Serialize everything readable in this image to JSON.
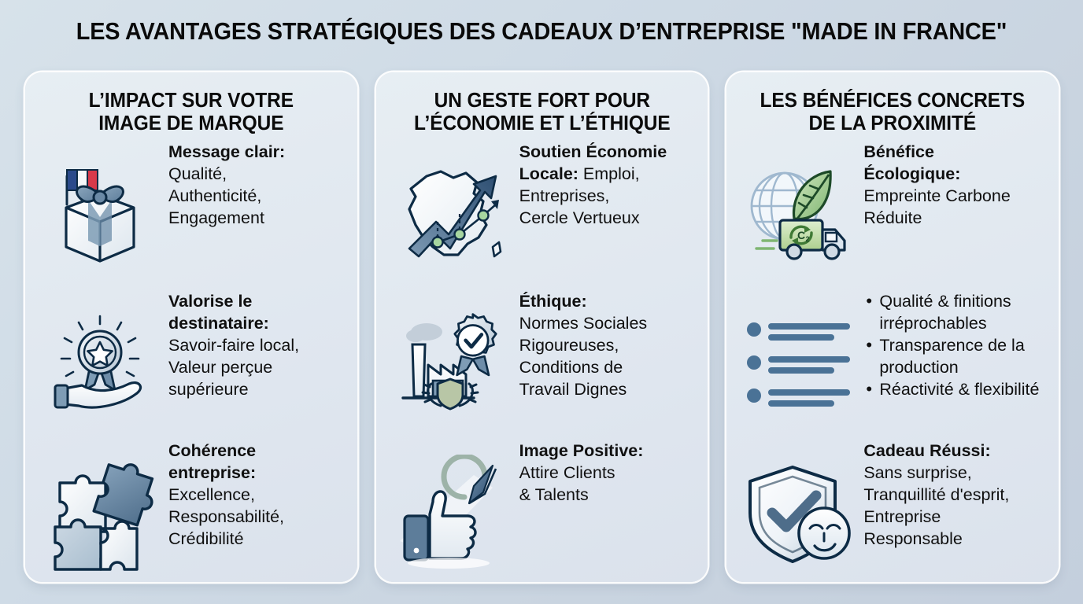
{
  "title": "LES AVANTAGES STRATÉGIQUES DES CADEAUX D’ENTREPRISE \"MADE IN FRANCE\"",
  "colors": {
    "background": "#ccd6e2",
    "card": "#e3eaf1",
    "ink": "#0d2b45",
    "steel": "#4a7296",
    "green": "#8fc98a",
    "text": "#101010"
  },
  "columns": [
    {
      "id": "brand-image",
      "title_line1": "L’IMPACT SUR VOTRE",
      "title_line2": "IMAGE DE MARQUE",
      "items": [
        {
          "icon": "gift-box-french-flag-icon",
          "heading": "Message clair:",
          "body_lines": [
            "Qualité,",
            "Authenticité,",
            "Engagement"
          ]
        },
        {
          "icon": "hand-holding-award-medal-icon",
          "heading_lines": [
            "Valorise le",
            "destinataire:"
          ],
          "body_lines": [
            "Savoir-faire local,",
            "Valeur perçue",
            "supérieure"
          ]
        },
        {
          "icon": "puzzle-pieces-icon",
          "heading_lines": [
            "Cohérence",
            "entreprise:"
          ],
          "body_lines": [
            "Excellence,",
            "Responsabilité,",
            "Crédibilité"
          ]
        }
      ]
    },
    {
      "id": "economy-ethics",
      "title_line1": "UN GESTE FORT POUR",
      "title_line2": "L’ÉCONOMIE ET L’ÉTHIQUE",
      "items": [
        {
          "icon": "france-map-growth-arrow-icon",
          "heading_lines": [
            "Soutien Économie",
            "Locale:"
          ],
          "inline_after_heading": " Emploi,",
          "body_lines": [
            "Entreprises,",
            "Cercle Vertueux"
          ]
        },
        {
          "icon": "factory-certificate-badge-icon",
          "heading": "Éthique:",
          "body_lines": [
            "Normes Sociales",
            "Rigoureuses,",
            "Conditions de",
            "Travail Dignes"
          ]
        },
        {
          "icon": "thumbs-up-rising-arrow-icon",
          "heading": "Image Positive:",
          "body_lines": [
            "Attire Clients",
            "& Talents"
          ]
        }
      ]
    },
    {
      "id": "proximity-benefits",
      "title_line1": "LES BÉNÉFICES CONCRETS",
      "title_line2": "DE LA PROXIMITÉ",
      "items": [
        {
          "icon": "globe-leaf-eco-truck-icon",
          "heading_lines": [
            "Bénéfice",
            "Écologique:"
          ],
          "body_lines": [
            "Empreinte Carbone",
            "Réduite"
          ]
        },
        {
          "icon": "checklist-lines-icon",
          "bullets": [
            "Qualité & finitions irréprochables",
            "Transparence de la production",
            "Réactivité & flexibilité"
          ]
        },
        {
          "icon": "shield-check-smiling-face-icon",
          "heading": "Cadeau Réussi:",
          "body_lines": [
            "Sans surprise,",
            "Tranquillité d'esprit,",
            "Entreprise",
            "Responsable"
          ]
        }
      ]
    }
  ]
}
